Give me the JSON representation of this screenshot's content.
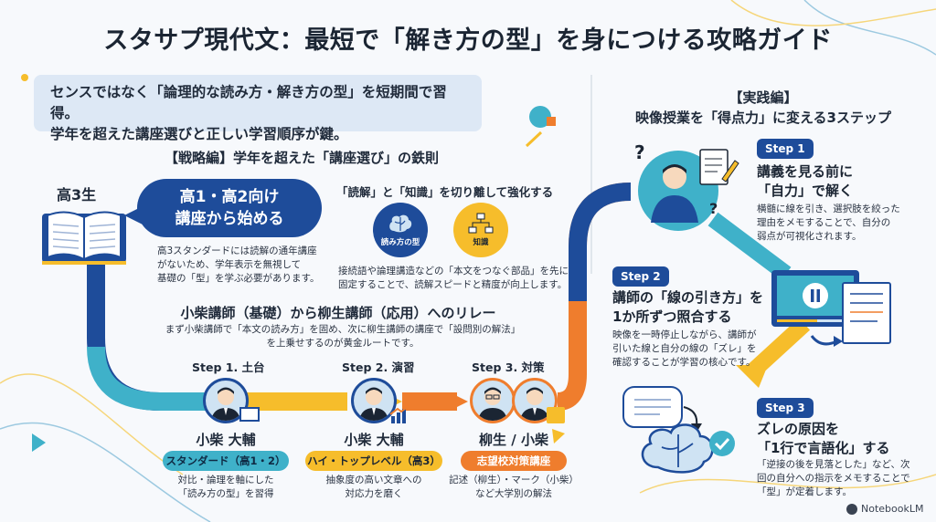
{
  "title": "スタサプ現代文：最短で「解き方の型」を身につける攻略ガイド",
  "lead": {
    "line1": "センスではなく「論理的な読み方・解き方の型」を短期間で習得。",
    "line2": "学年を超えた講座選びと正しい学習順序が鍵。"
  },
  "strategy": {
    "heading": "【戦略編】学年を超えた「講座選び」の鉄則",
    "grade_label": "高3生",
    "bubble_line1": "高1・高2向け",
    "bubble_line2": "講座から始める",
    "bubble_note": [
      "高3スタンダードには読解の通年講座",
      "がないため、学年表示を無視して",
      "基礎の「型」を学ぶ必要があります。"
    ],
    "split_heading": "「読解」と「知識」を切り離して強化する",
    "icon_reading_label": "読み方の型",
    "icon_knowledge_label": "知識",
    "split_note": [
      "接続語や論理講造などの「本文をつなぐ部品」を先に",
      "固定することで、読解スピードと精度が向上します。"
    ],
    "relay_heading": "小柴講師（基礎）から柳生講師（応用）へのリレー",
    "relay_note": [
      "まず小柴講師で「本文の読み方」を固め、次に柳生講師の講座で「設問別の解法」",
      "を上乗せするのが黄金ルートです。"
    ],
    "steps": [
      {
        "label": "Step 1. 土台",
        "teacher": "小柴 大輔",
        "course": "スタンダード（高1・2）",
        "desc": [
          "対比・論理を軸にした",
          "「読み方の型」を習得"
        ]
      },
      {
        "label": "Step 2. 演習",
        "teacher": "小柴 大輔",
        "course": "ハイ・トップレベル（高3）",
        "desc": [
          "抽象度の高い文章への",
          "対応力を磨く"
        ]
      },
      {
        "label": "Step 3. 対策",
        "teacher": "柳生 / 小柴",
        "course": "志望校対策講座",
        "desc": [
          "記述（柳生）・マーク（小柴）",
          "など大学別の解法"
        ]
      }
    ]
  },
  "practice": {
    "heading_line1": "【実践編】",
    "heading_line2": "映像授業を「得点力」に変える3ステップ",
    "steps": [
      {
        "badge": "Step 1",
        "title": [
          "講義を見る前に",
          "「自力」で解く"
        ],
        "desc": [
          "横髄に線を引き、選択肢を絞った",
          "理由をメモすることで、自分の",
          "弱点が可視化されます。"
        ]
      },
      {
        "badge": "Step 2",
        "title": [
          "講師の「線の引き方」を",
          "1か所ずつ照合する"
        ],
        "desc": [
          "映像を一時停止しながら、講師が",
          "引いた線と自分の線の「ズレ」を",
          "確認することが学習の核心です。"
        ]
      },
      {
        "badge": "Step 3",
        "title": [
          "ズレの原因を",
          "「1行で言語化」する"
        ],
        "desc": [
          "「逆接の後を見落とした」など、次",
          "回の自分への指示をメモすることで",
          "「型」が定着します。"
        ]
      }
    ]
  },
  "watermark": "NotebookLM",
  "colors": {
    "navy": "#1e4c9a",
    "teal": "#3fb1c9",
    "yellow": "#f6bd2b",
    "orange": "#ef7d2d",
    "light_blue": "#dde8f5"
  }
}
